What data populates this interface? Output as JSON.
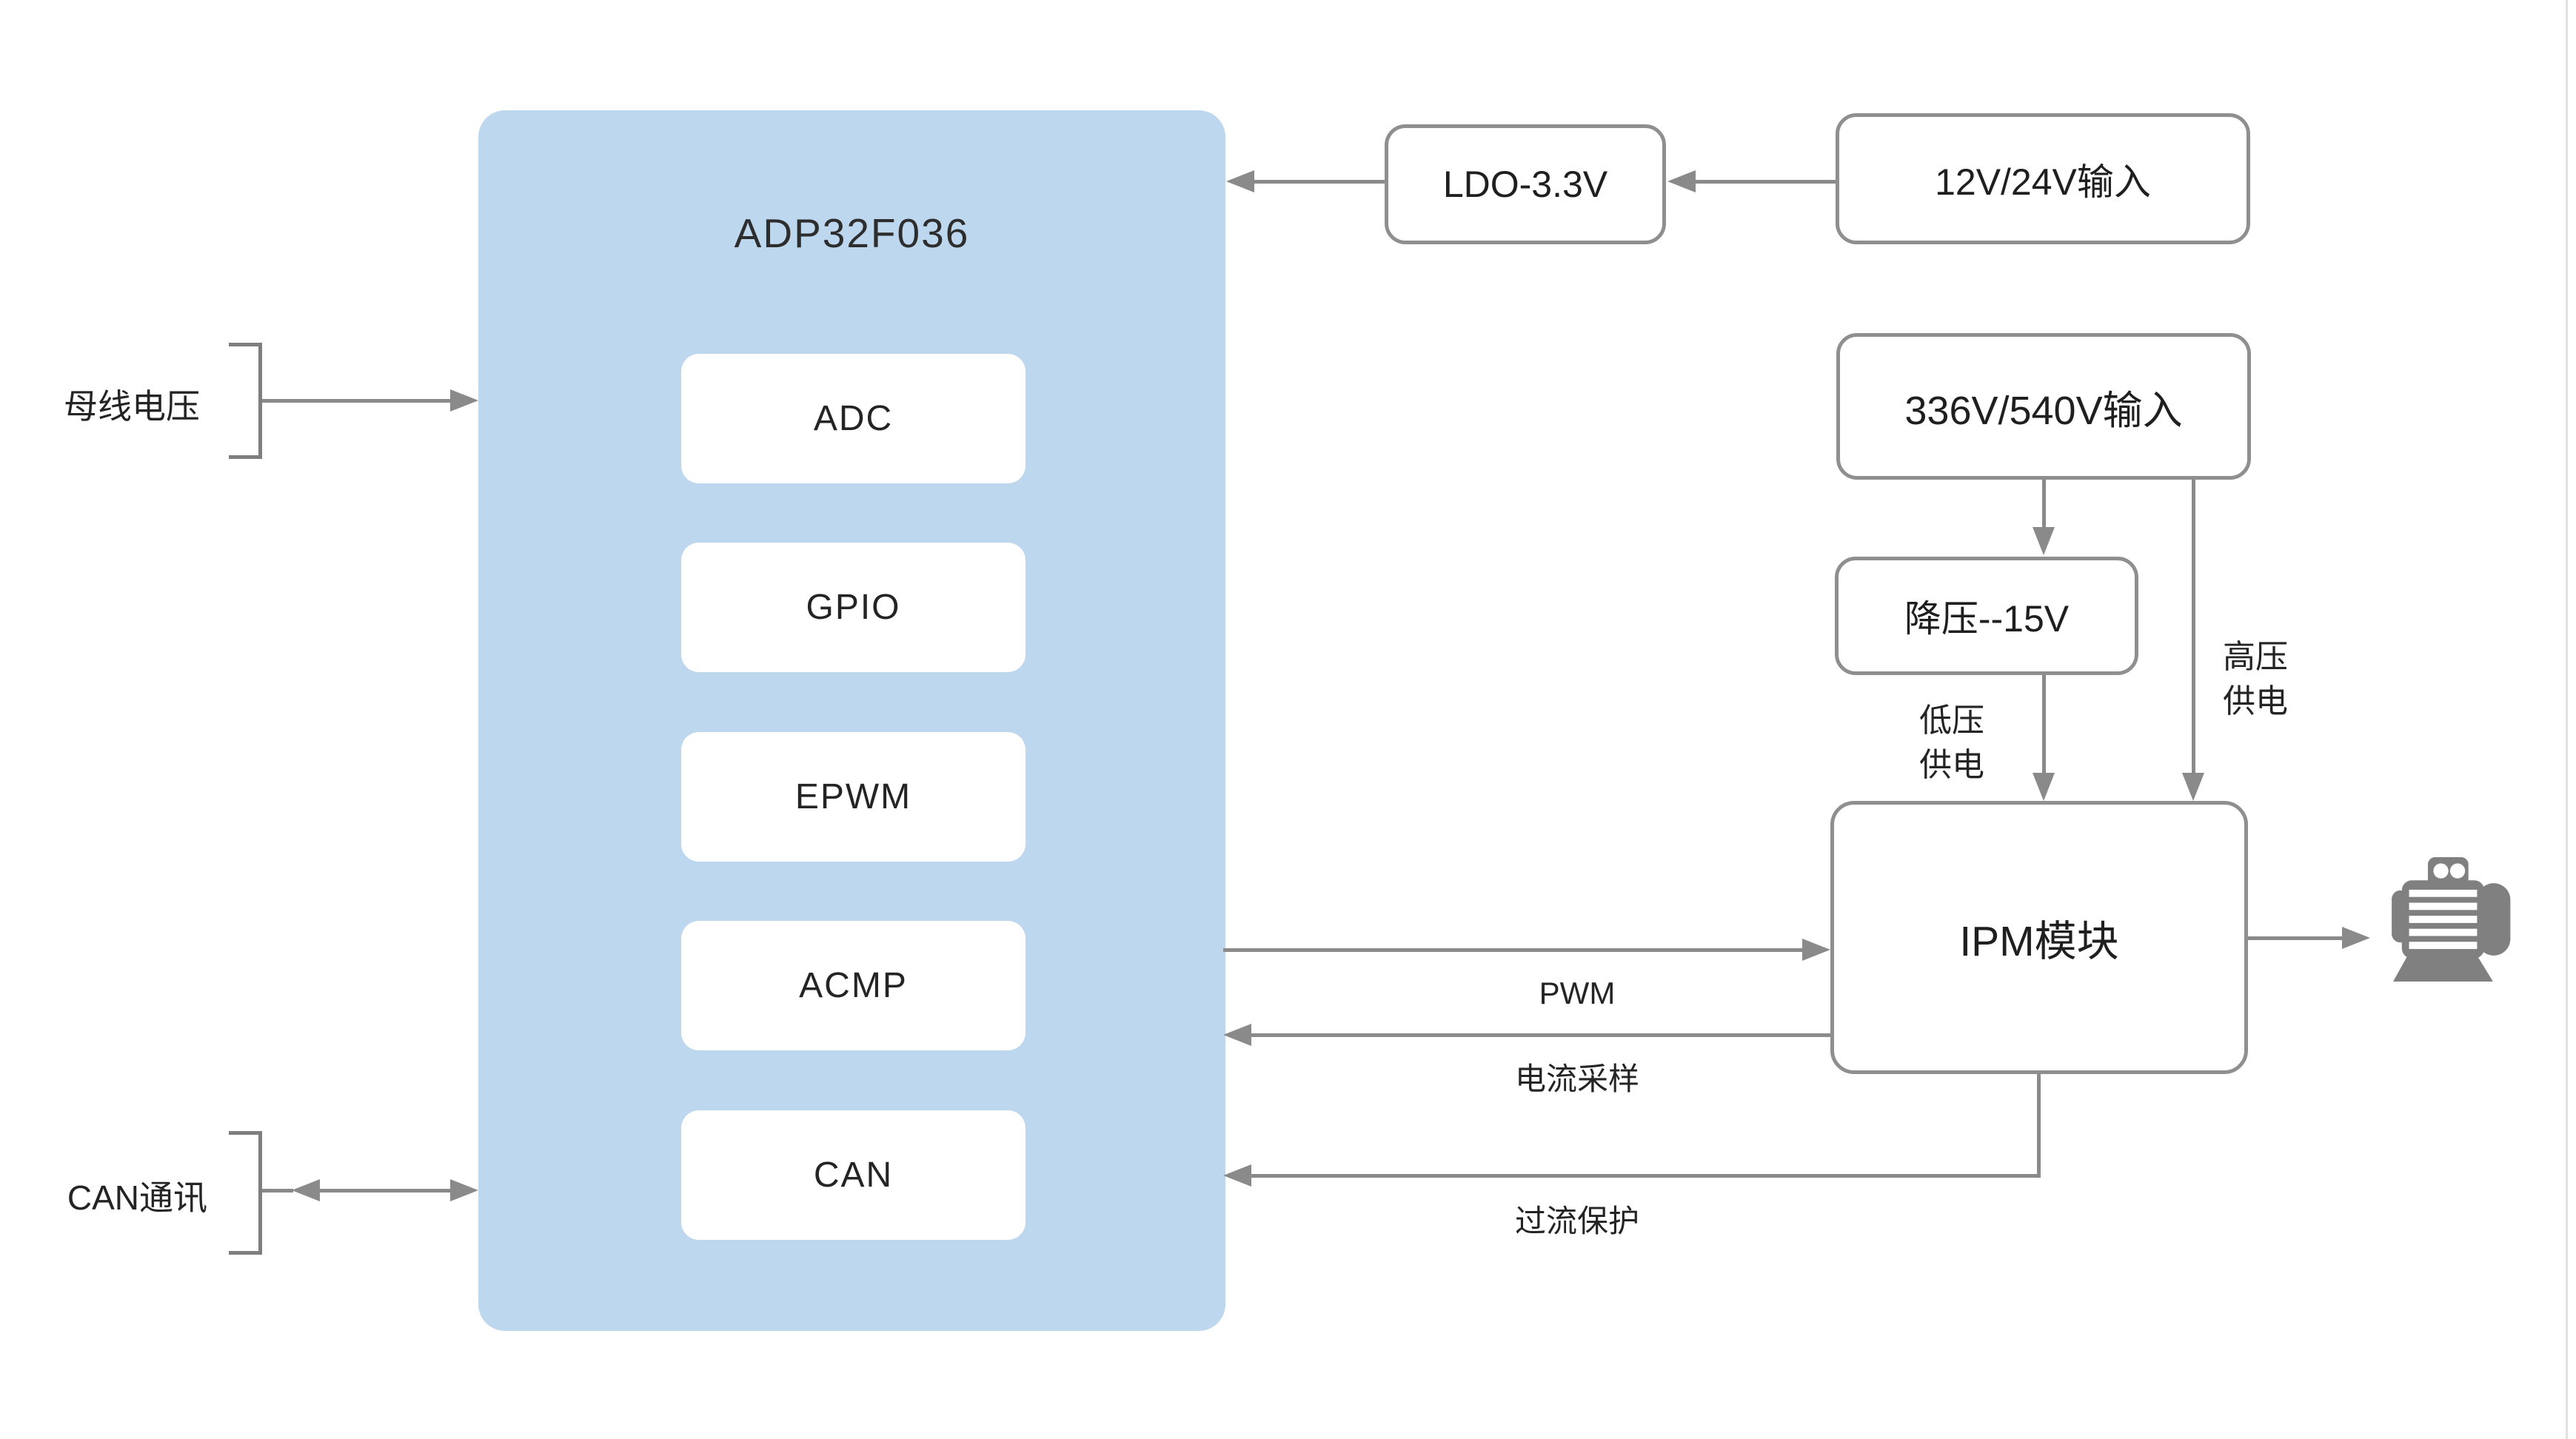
{
  "colors": {
    "mcu_fill": "#BCD7EE",
    "connector_gray": "#8A8A8A",
    "border_gray": "#8F8F8F",
    "text_dark": "#242424",
    "motor_gray": "#808080"
  },
  "mcu": {
    "title": "ADP32F036",
    "modules": [
      "ADC",
      "GPIO",
      "EPWM",
      "ACMP",
      "CAN"
    ]
  },
  "left_ports": {
    "bus_voltage": "母线电压",
    "can_comm": "CAN通讯"
  },
  "power_chain": {
    "ldo": "LDO-3.3V",
    "lv_input": "12V/24V输入",
    "hv_input": "336V/540V输入",
    "buck": "降压--15V"
  },
  "supply_labels": {
    "hv_line1": "高压",
    "hv_line2": "供电",
    "lv_line1": "低压",
    "lv_line2": "供电"
  },
  "ipm": {
    "label": "IPM模块"
  },
  "signal_labels": {
    "pwm": "PWM",
    "current_sampling": "电流采样",
    "overcurrent_protection": "过流保护"
  },
  "icons": {
    "motor": "motor-icon"
  }
}
